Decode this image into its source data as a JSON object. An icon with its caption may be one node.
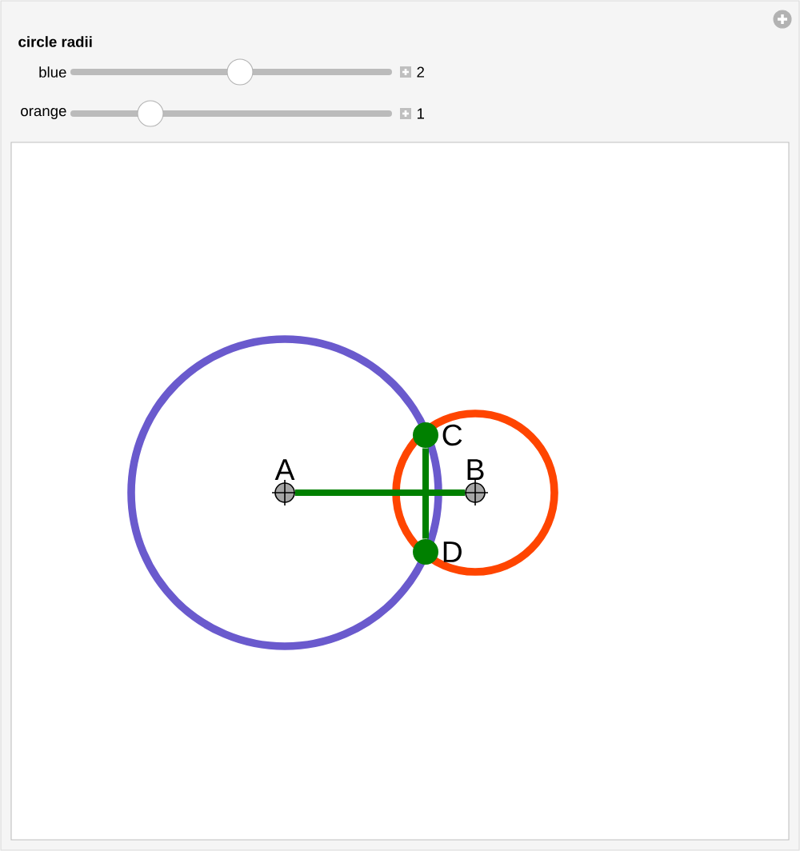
{
  "diagram": {
    "nodes": [
      {
        "text": [
          "A"
        ]
      },
      {
        "text": [
          "B"
        ]
      },
      {
        "text": [
          "C"
        ]
      },
      {
        "text": [
          "D"
        ]
      }
    ],
    "edges": [
      {
        "from": 0,
        "to": 1,
        "arrow": "none"
      },
      {
        "from": 2,
        "to": 3,
        "arrow": "none"
      }
    ],
    "labels": [
      "circle radii",
      "blue",
      "2",
      "orange",
      "1"
    ]
  }
}
